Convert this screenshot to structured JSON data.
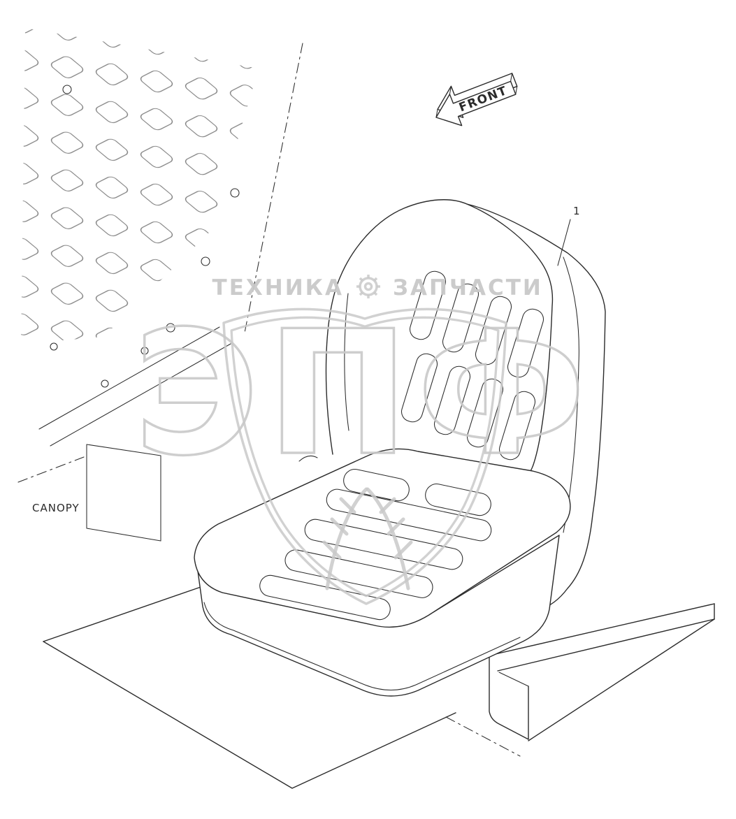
{
  "diagram": {
    "type": "technical-parts-illustration",
    "labels": {
      "front": "FRONT",
      "canopy": "CANOPY",
      "part_number": "1"
    },
    "watermark": {
      "text_left": "ТЕХНИКА",
      "text_right": "ЗАПЧАСТИ",
      "logo_text": "ЭПФ"
    },
    "colors": {
      "line": "#2b2b2b",
      "mesh": "#7a7a7a",
      "watermark": "#c9c9c9",
      "background": "#ffffff"
    }
  }
}
